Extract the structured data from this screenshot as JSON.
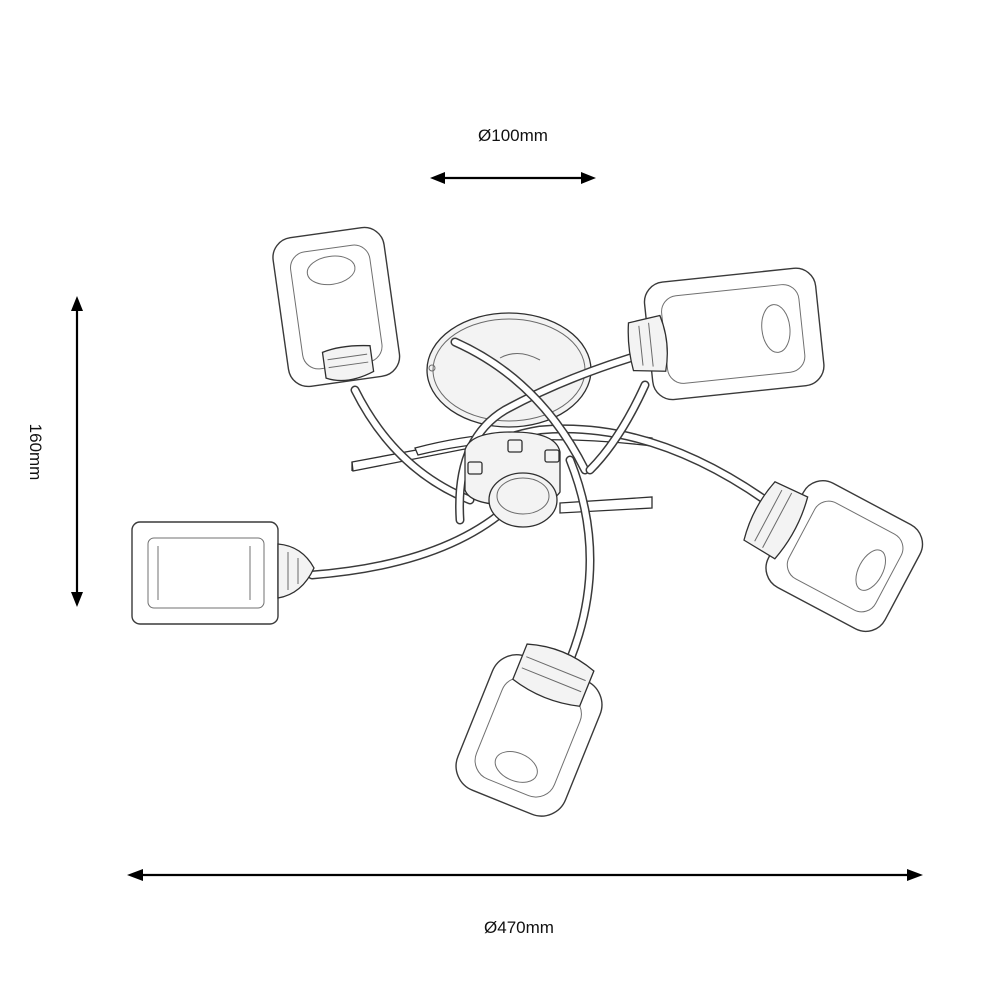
{
  "dimensions": {
    "canopy_diameter": "Ø100mm",
    "overall_diameter": "Ø470mm",
    "height": "160mm"
  }
}
